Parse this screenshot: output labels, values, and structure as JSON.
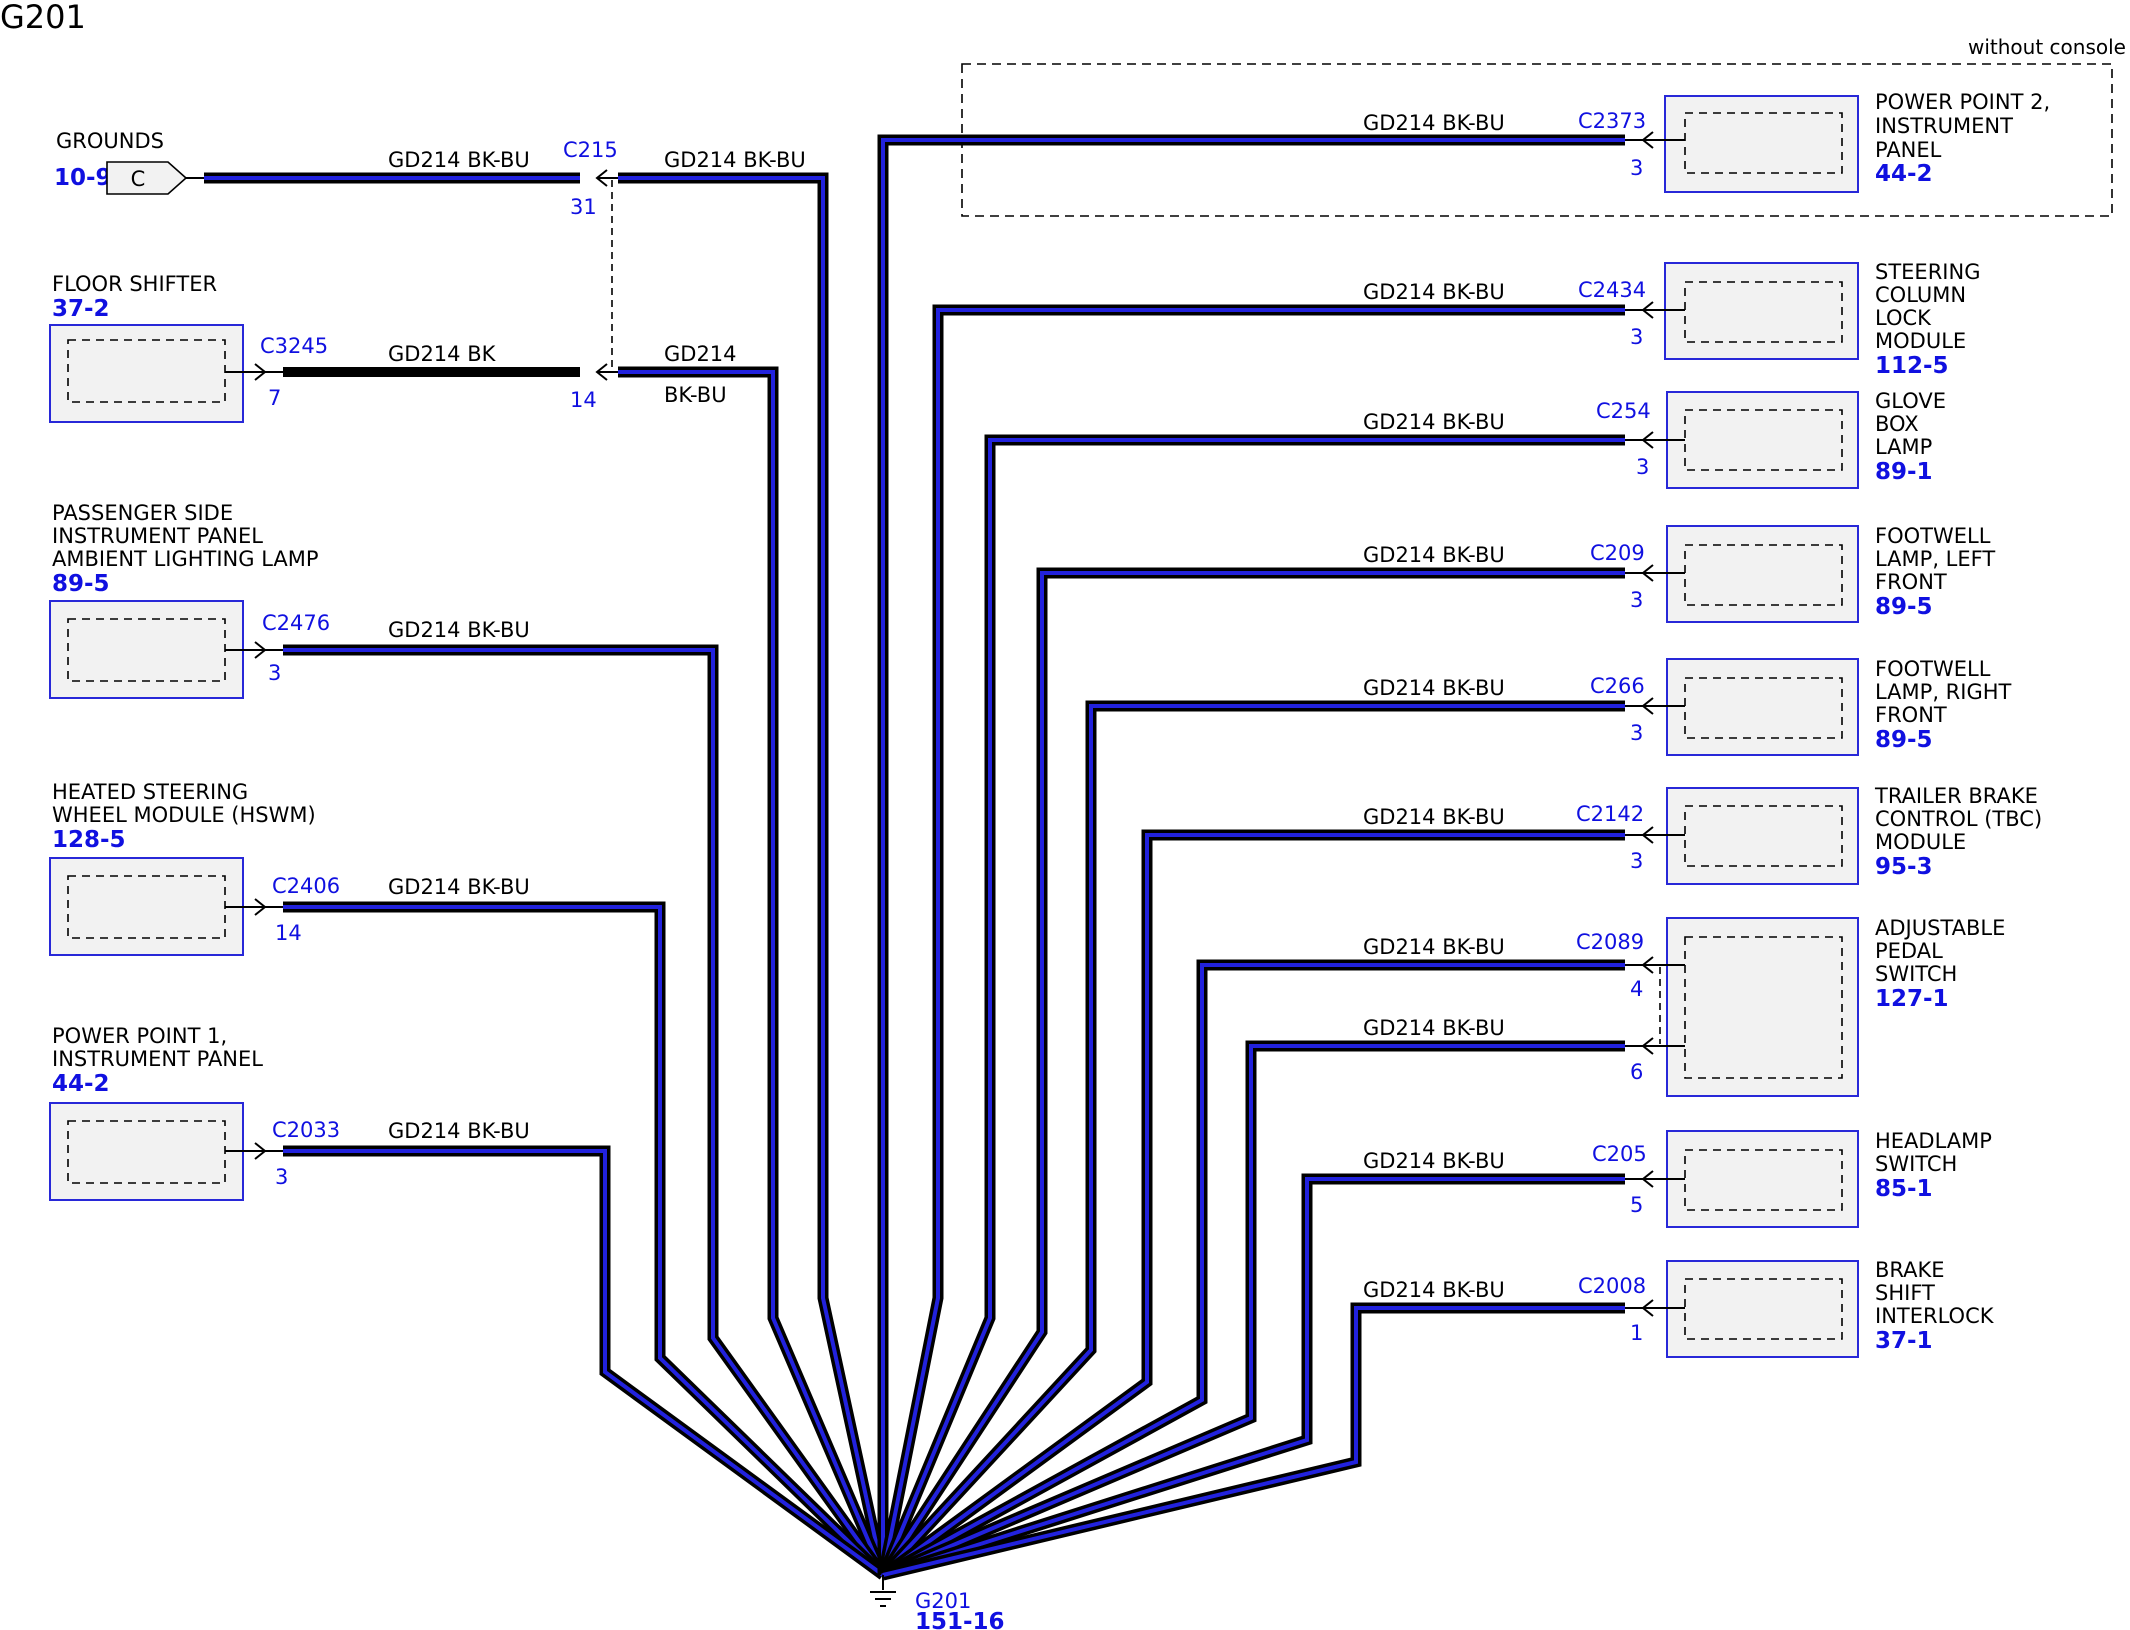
{
  "title": "G201",
  "enclosure_note": "without console",
  "ground": {
    "name": "G201",
    "ref": "151-16"
  },
  "wire_label": "GD214  BK-BU",
  "wire_label_bk": "GD214  BK",
  "wire_split": {
    "line1": "GD214",
    "line2": "BK-BU"
  },
  "left": {
    "grounds": {
      "label": "GROUNDS",
      "ref": "10-9",
      "symbol": "C",
      "splice": "C215",
      "pin_a": "31",
      "pin_b": "14"
    },
    "floor_shifter": {
      "line1": "FLOOR SHIFTER",
      "ref": "37-2",
      "connector": "C3245",
      "pin": "7"
    },
    "passenger_lamp": {
      "line1": "PASSENGER SIDE",
      "line2": "INSTRUMENT PANEL",
      "line3": "AMBIENT LIGHTING LAMP",
      "ref": "89-5",
      "connector": "C2476",
      "pin": "3"
    },
    "hswm": {
      "line1": "HEATED STEERING",
      "line2": "WHEEL MODULE (HSWM)",
      "ref": "128-5",
      "connector": "C2406",
      "pin": "14"
    },
    "power_point_1": {
      "line1": "POWER POINT 1,",
      "line2": "INSTRUMENT PANEL",
      "ref": "44-2",
      "connector": "C2033",
      "pin": "3"
    }
  },
  "right": {
    "power_point_2": {
      "line1": "POWER POINT 2,",
      "line2": "INSTRUMENT",
      "line3": "PANEL",
      "ref": "44-2",
      "connector": "C2373",
      "pin": "3"
    },
    "steering_lock": {
      "line1": "STEERING",
      "line2": "COLUMN",
      "line3": "LOCK",
      "line4": "MODULE",
      "ref": "112-5",
      "connector": "C2434",
      "pin": "3"
    },
    "glove_box": {
      "line1": "GLOVE",
      "line2": "BOX",
      "line3": "LAMP",
      "ref": "89-1",
      "connector": "C254",
      "pin": "3"
    },
    "footwell_left": {
      "line1": "FOOTWELL",
      "line2": "LAMP, LEFT",
      "line3": "FRONT",
      "ref": "89-5",
      "connector": "C209",
      "pin": "3"
    },
    "footwell_right": {
      "line1": "FOOTWELL",
      "line2": "LAMP, RIGHT",
      "line3": "FRONT",
      "ref": "89-5",
      "connector": "C266",
      "pin": "3"
    },
    "tbc": {
      "line1": "TRAILER BRAKE",
      "line2": "CONTROL (TBC)",
      "line3": "MODULE",
      "ref": "95-3",
      "connector": "C2142",
      "pin": "3"
    },
    "pedal_switch": {
      "line1": "ADJUSTABLE",
      "line2": "PEDAL",
      "line3": "SWITCH",
      "ref": "127-1",
      "connector": "C2089",
      "pin_a": "4",
      "pin_b": "6"
    },
    "headlamp_switch": {
      "line1": "HEADLAMP",
      "line2": "SWITCH",
      "ref": "85-1",
      "connector": "C205",
      "pin": "5"
    },
    "brake_interlock": {
      "line1": "BRAKE",
      "line2": "SHIFT",
      "line3": "INTERLOCK",
      "ref": "37-1",
      "connector": "C2008",
      "pin": "1"
    }
  }
}
